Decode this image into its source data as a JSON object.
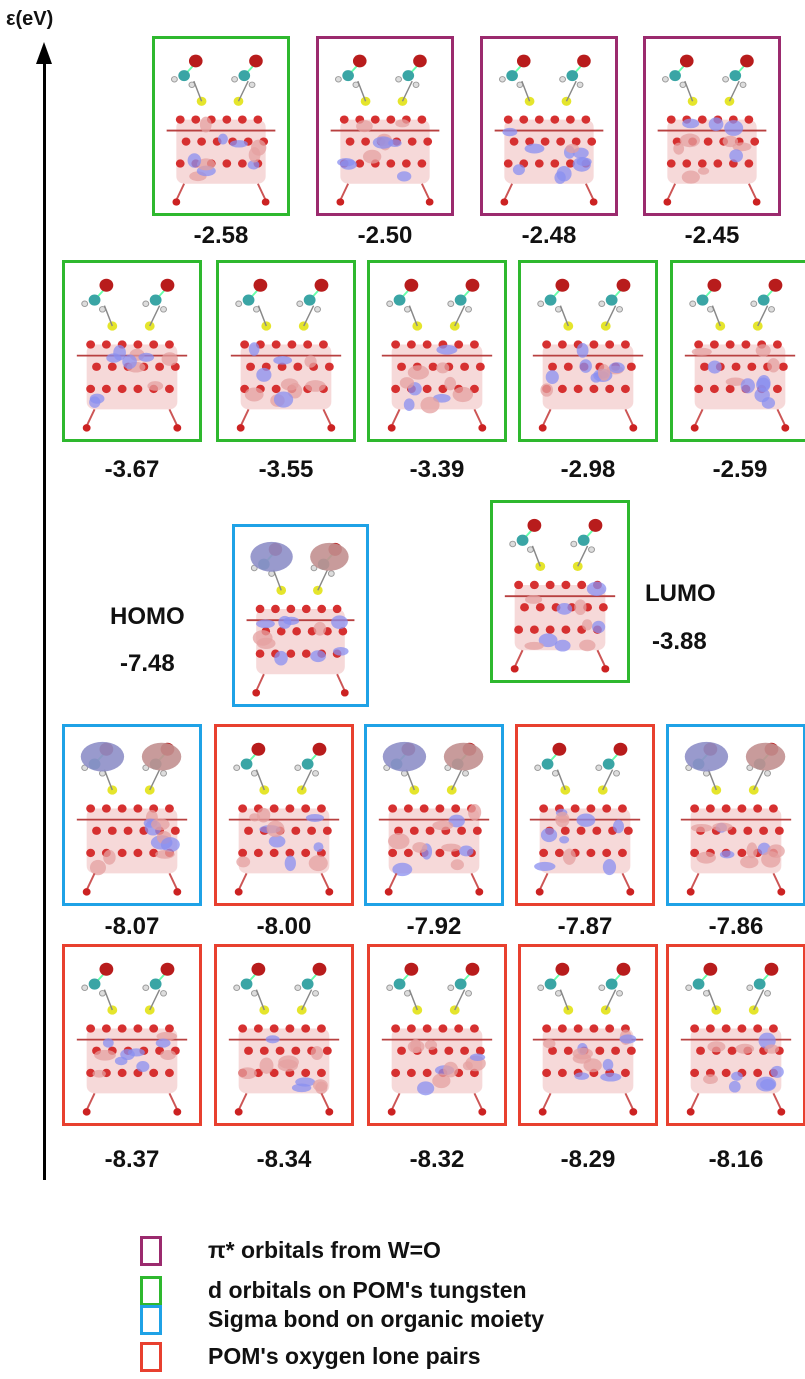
{
  "axis": {
    "label": "ε(eV)"
  },
  "colors": {
    "purple": "#9b2a6e",
    "green": "#2eb82e",
    "blue": "#1fa2e6",
    "red": "#e8402f"
  },
  "rows": [
    {
      "items": [
        {
          "energy": "-2.58",
          "category": "green"
        },
        {
          "energy": "-2.50",
          "category": "purple"
        },
        {
          "energy": "-2.48",
          "category": "purple"
        },
        {
          "energy": "-2.45",
          "category": "purple"
        }
      ]
    },
    {
      "items": [
        {
          "energy": "-3.67",
          "category": "green"
        },
        {
          "energy": "-3.55",
          "category": "green"
        },
        {
          "energy": "-3.39",
          "category": "green"
        },
        {
          "energy": "-2.98",
          "category": "green"
        },
        {
          "energy": "-2.59",
          "category": "green"
        }
      ]
    },
    {
      "items": [
        {
          "energy": "-8.07",
          "category": "blue"
        },
        {
          "energy": "-8.00",
          "category": "red"
        },
        {
          "energy": "-7.92",
          "category": "blue"
        },
        {
          "energy": "-7.87",
          "category": "red"
        },
        {
          "energy": "-7.86",
          "category": "blue"
        }
      ]
    },
    {
      "items": [
        {
          "energy": "-8.37",
          "category": "red"
        },
        {
          "energy": "-8.34",
          "category": "red"
        },
        {
          "energy": "-8.32",
          "category": "red"
        },
        {
          "energy": "-8.29",
          "category": "red"
        },
        {
          "energy": "-8.16",
          "category": "red"
        }
      ]
    }
  ],
  "homo": {
    "label": "HOMO",
    "energy": "-7.48",
    "category": "blue"
  },
  "lumo": {
    "label": "LUMO",
    "energy": "-3.88",
    "category": "green"
  },
  "legend": [
    {
      "category": "purple",
      "text": "π* orbitals from W=O"
    },
    {
      "category": "green",
      "text": "d orbitals on POM's tungsten"
    },
    {
      "category": "blue",
      "text": "Sigma bond on organic moiety"
    },
    {
      "category": "red",
      "text": "POM's oxygen lone pairs"
    }
  ]
}
